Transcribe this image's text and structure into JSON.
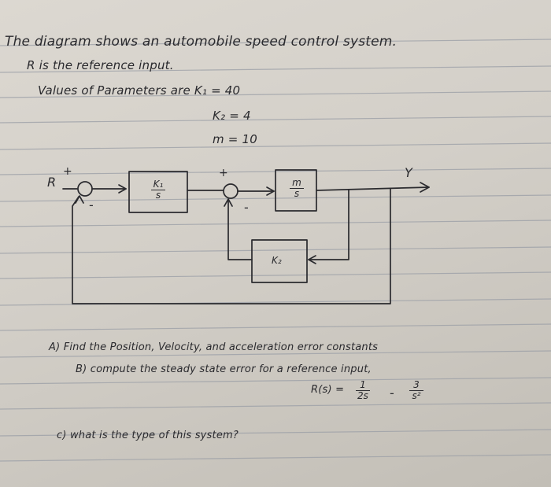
{
  "title_line": "The diagram shows an automobile speed control system.",
  "reference_line": "R is the reference input.",
  "params_line": "Values of Parameters are K₁ = 40",
  "param_k2": "K₂ = 4",
  "param_m": "m = 10",
  "diagram": {
    "input_label": "R",
    "output_label": "Y",
    "sum1_plus": "+",
    "sum1_minus": "-",
    "sum2_plus": "+",
    "sum2_minus": "-",
    "block1_num": "K₁",
    "block1_den": "s",
    "block2_num": "m",
    "block2_den": "s",
    "block3_label": "K₂"
  },
  "question_a": "A) Find the Position, Velocity, and acceleration error constants",
  "question_b": "B) compute the steady state error for a reference input,",
  "rs_label": "R(s) =",
  "rs_term1_num": "1",
  "rs_term1_den": "2s",
  "rs_minus": "-",
  "rs_term2_num": "3",
  "rs_term2_den": "s²",
  "question_c": "c) what is the type of this system?",
  "colors": {
    "paper": "#d6d2cb",
    "ink": "#2a2a2e",
    "rule": "#9a9ea6"
  }
}
